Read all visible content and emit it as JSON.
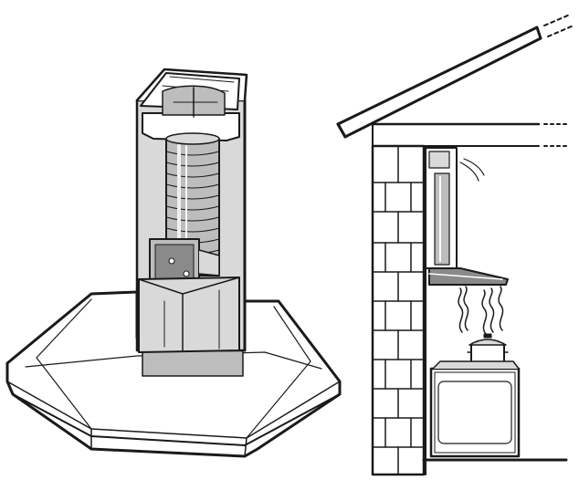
{
  "figure": {
    "panels": [
      {
        "name": "range-hood-cutaway",
        "shows": [
          "chimney-cover",
          "flexible-duct",
          "motor-blower",
          "canopy",
          "grease-filter"
        ]
      },
      {
        "name": "installation-cross-section",
        "shows": [
          "roof",
          "brick-wall",
          "wall-duct",
          "hood",
          "steam",
          "cooking-pot",
          "stove"
        ]
      }
    ],
    "colors": {
      "line": "#1a1a1a",
      "shade_light": "#d9d9d9",
      "shade_mid": "#bdbdbd",
      "shade_dark": "#8a8a8a",
      "background": "#ffffff"
    }
  }
}
